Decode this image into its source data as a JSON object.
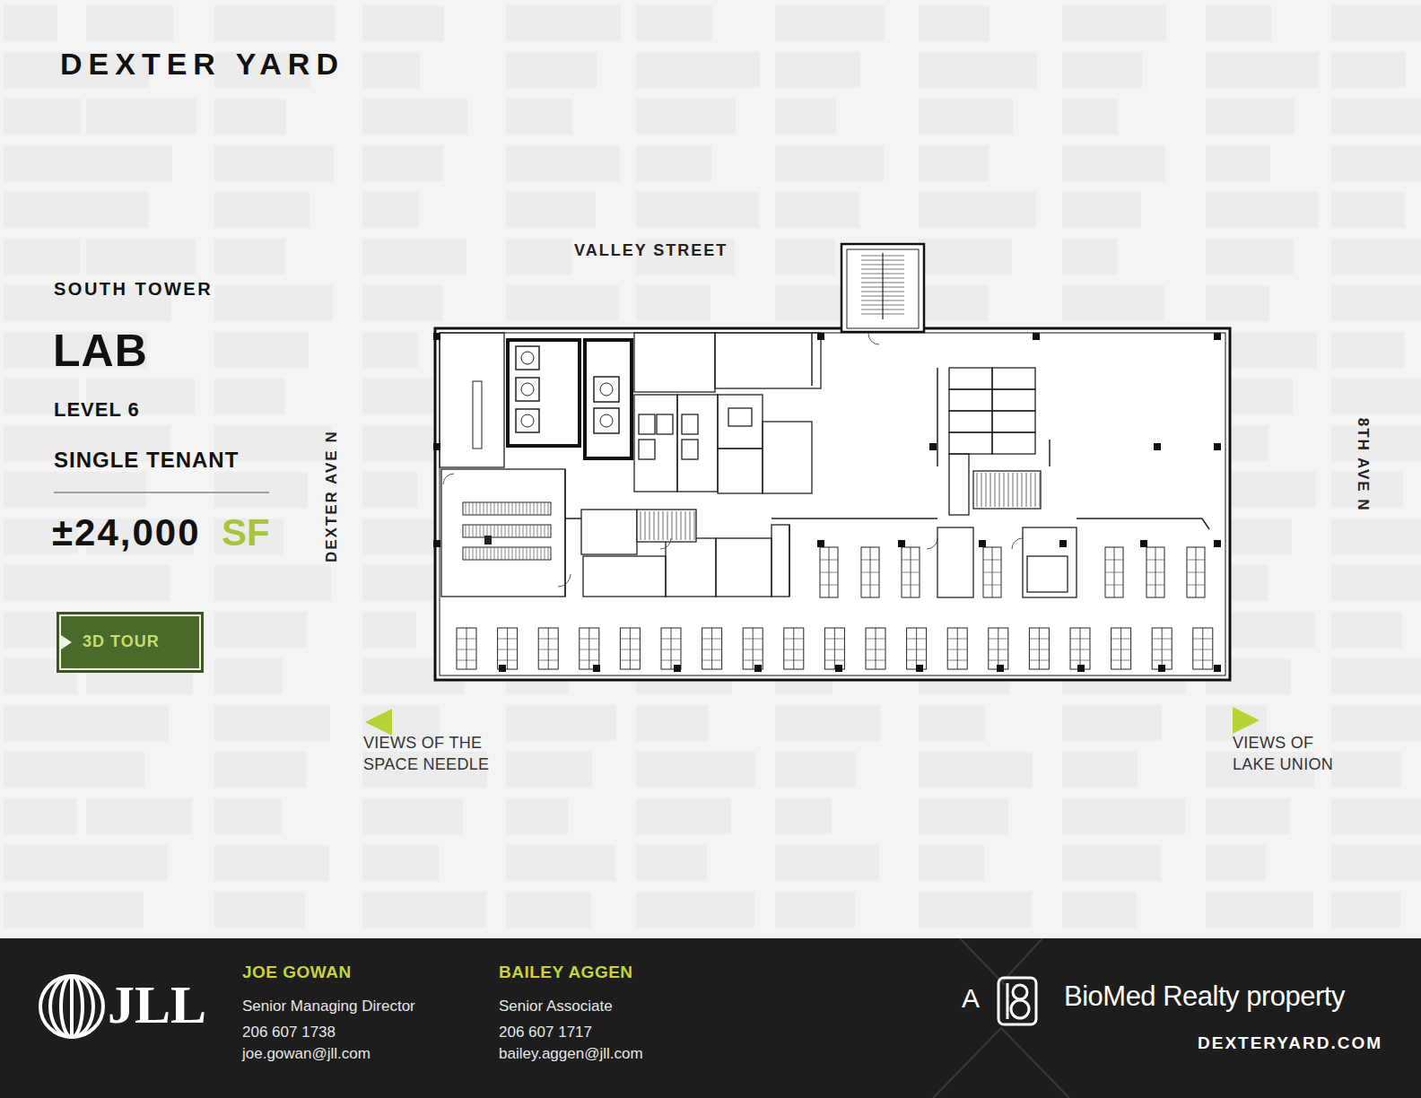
{
  "diagram": {
    "title": "DEXTER YARD",
    "nodes": [
      {
        "text": [
          "3D TOUR"
        ]
      },
      {
        "text": [
          "JLL",
          "JOE GOWAN",
          "Senior Managing Director",
          "206 607 1738",
          "joe.gowan@jll.com",
          "BAILEY AGGEN",
          "Senior Associate",
          "206 607 1717",
          "bailey.aggen@jll.com",
          "A",
          "BioMed Realty property",
          "DEXTERYARD.COM"
        ]
      }
    ],
    "labels": [
      "SOUTH TOWER",
      "LAB",
      "LEVEL 6",
      "SINGLE TENANT",
      "±24,000",
      "SF",
      "VALLEY STREET",
      "DEXTER AVE N",
      "8TH AVE N",
      "VIEWS OF THE SPACE NEEDLE",
      "VIEWS OF LAKE UNION"
    ]
  }
}
